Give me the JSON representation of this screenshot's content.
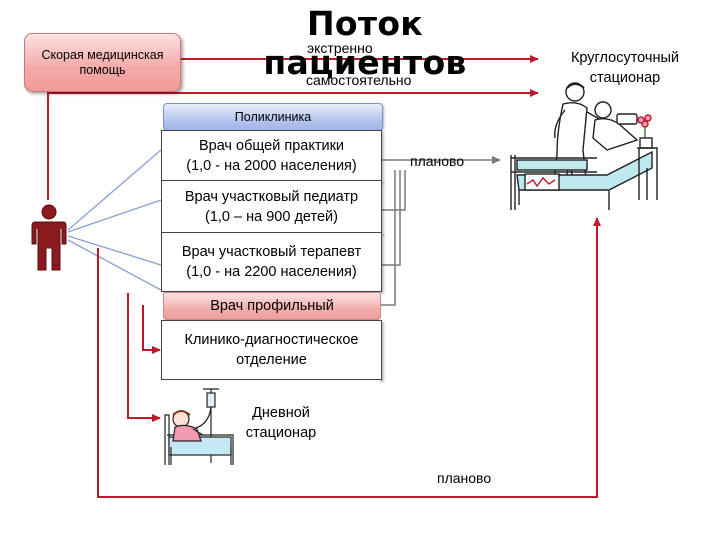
{
  "title": "Поток пациентов",
  "ambulance": {
    "label": "Скорая медицинская помощь"
  },
  "hospital": {
    "label": "Круглосуточный стационар"
  },
  "flows": {
    "emergency": "экстренно",
    "self": "самостоятельно",
    "planned_top": "планово",
    "planned_bottom": "планово"
  },
  "polyclinic": {
    "header": "Поликлиника",
    "gp": {
      "title": "Врач общей практики",
      "ratio": "(1,0 - на 2000 населения)"
    },
    "pediatrician": {
      "title": "Врач участковый педиатр",
      "ratio": "(1,0 – на 900 детей)"
    },
    "therapist": {
      "title": "Врач участковый терапевт",
      "ratio": "(1,0 - на 2200 населения)"
    },
    "specialist": "Врач профильный",
    "diagnostic": "Клинико-диагностическое отделение",
    "day_hospital": "Дневной стационар"
  },
  "icons": {
    "person": "person-icon",
    "doctor": "doctor-bedside-icon",
    "patient": "patient-drip-icon"
  },
  "colors": {
    "arrow": "#c0192c",
    "line_gray": "#888888",
    "person": "#8b1a1f",
    "ambulance": "#f4a9a8",
    "clinic_header": "#b7c6ee"
  }
}
